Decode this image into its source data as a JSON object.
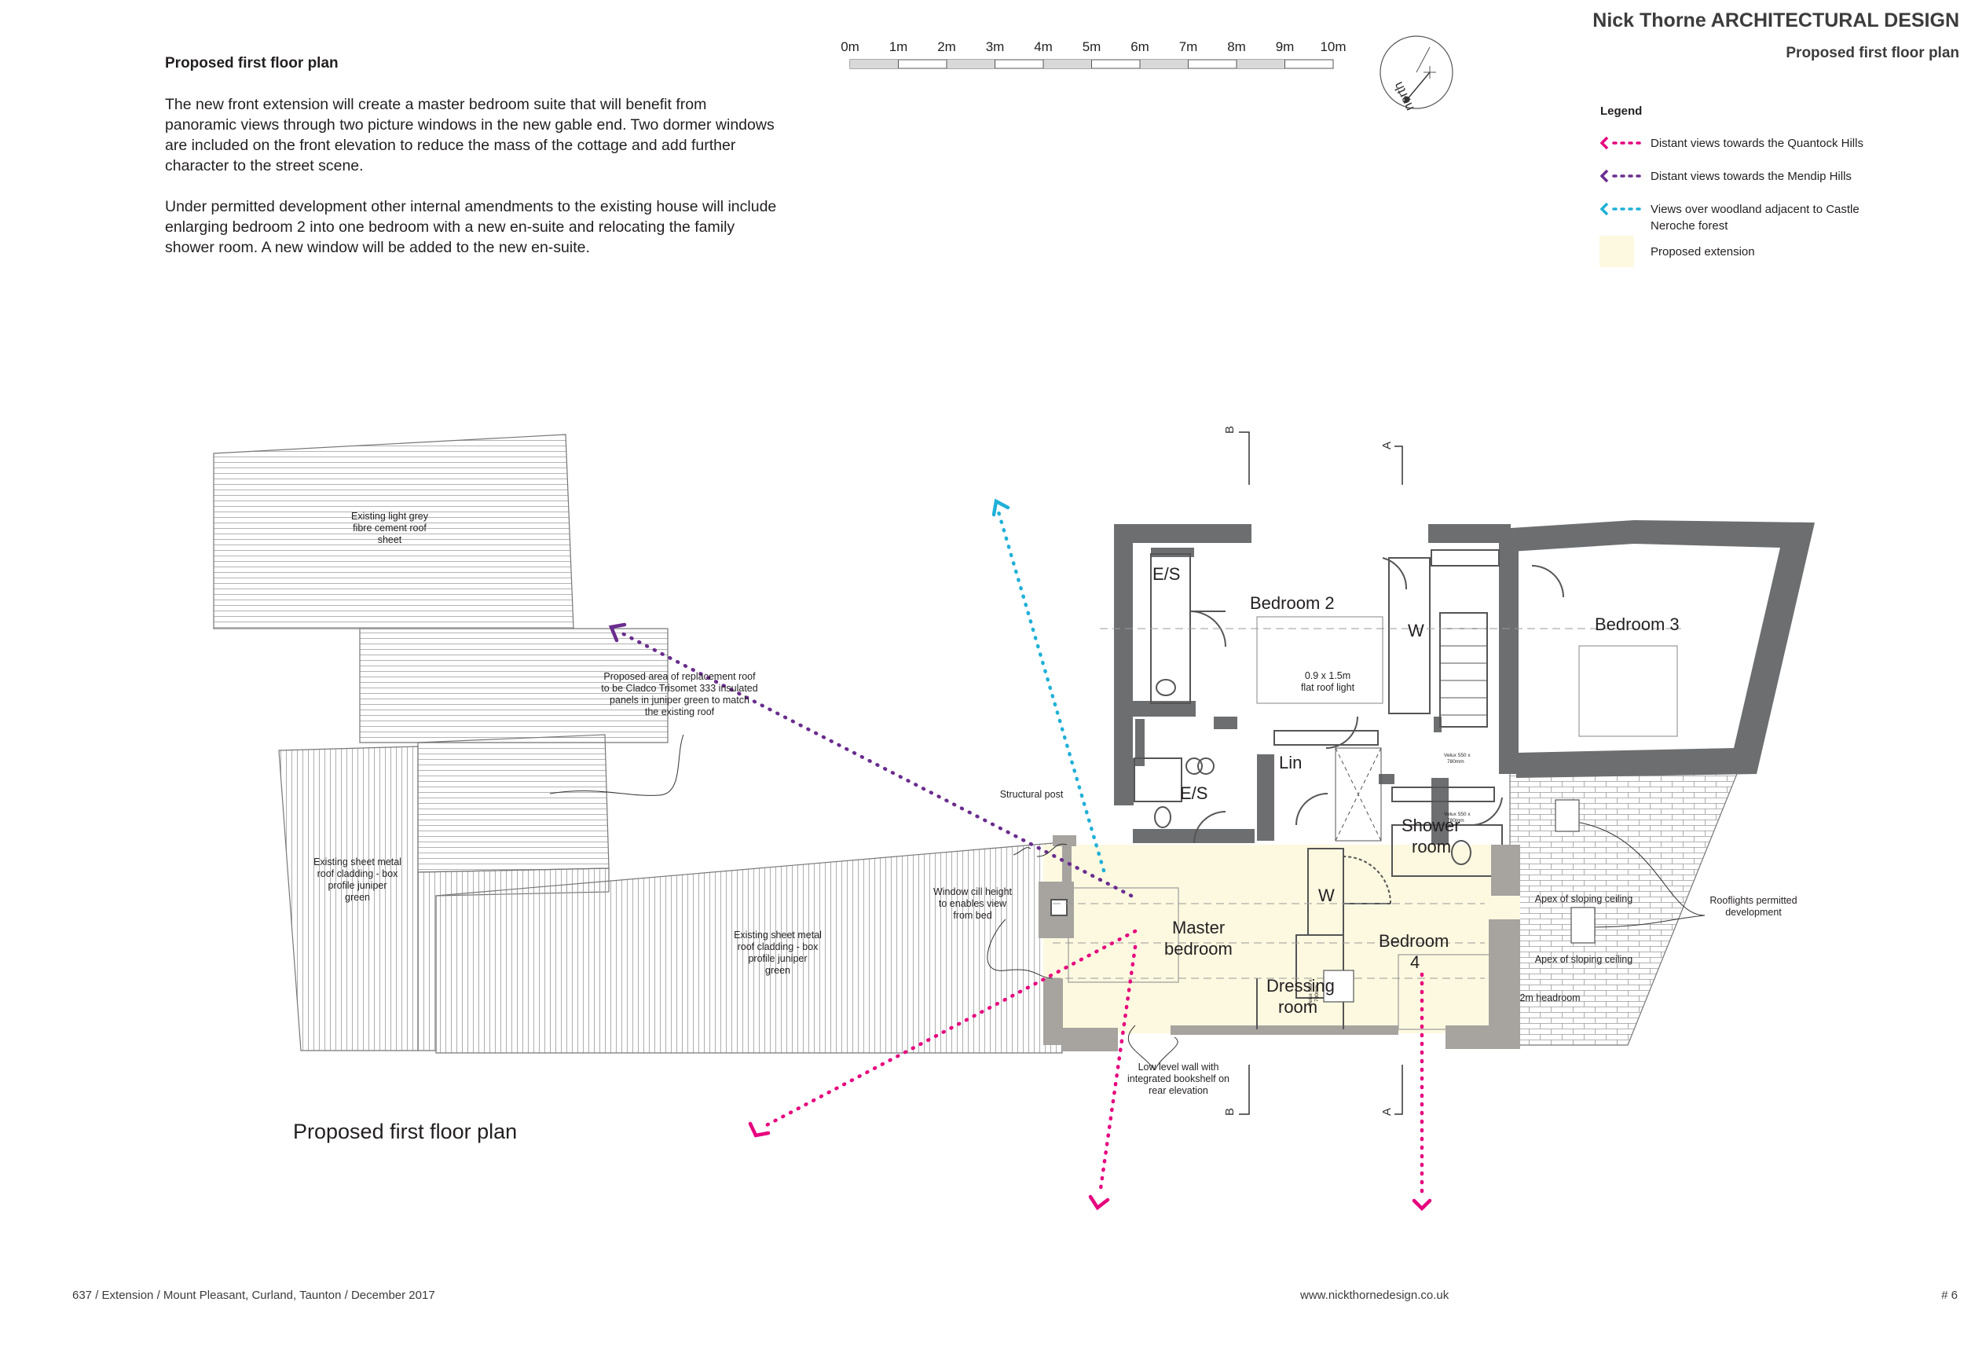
{
  "intro": {
    "title": "Proposed first floor plan",
    "paragraph1_lines": [
      "The new front extension will create a master bedroom suite that will benefit from",
      "panoramic views through two picture windows in the new gable end. Two dormer windows",
      "are included on the front elevation to reduce the mass of the cottage and add further",
      "character to the street scene."
    ],
    "paragraph2_lines": [
      "Under permitted development other internal amendments to the existing house will include",
      "enlarging bedroom 2 into one bedroom with a new en-suite and relocating the family",
      "shower room. A new window will be added to the new en-suite."
    ]
  },
  "header": {
    "firm_name": "Nick Thorne",
    "firm_suffix": "ARCHITECTURAL DESIGN",
    "sheet_title": "Proposed first floor plan"
  },
  "scale_bar": {
    "labels": [
      "0m",
      "1m",
      "2m",
      "3m",
      "4m",
      "5m",
      "6m",
      "7m",
      "8m",
      "9m",
      "10m"
    ]
  },
  "north": {
    "label": "north"
  },
  "legend": {
    "title": "Legend",
    "items": [
      {
        "text": "Distant views towards the Quantock Hills",
        "color": "#e6007e",
        "kind": "arrow"
      },
      {
        "text": "Distant views towards the Mendip Hills",
        "color": "#6a2c8e",
        "kind": "arrow"
      },
      {
        "text": "Views over woodland adjacent to Castle Neroche forest",
        "color": "#1fb0d8",
        "kind": "arrow"
      },
      {
        "text": "Proposed extension",
        "color": "#fdf9e0",
        "kind": "swatch"
      }
    ]
  },
  "colors": {
    "wall": "#6d6e70",
    "new_wall": "#a7a39f",
    "extension_fill": "#fdf9e0",
    "quantock": "#e6007e",
    "mendip": "#6a2c8e",
    "woodland": "#1fb0d8"
  },
  "rooms": {
    "es_top": "E/S",
    "bedroom2": "Bedroom 2",
    "bedroom3": "Bedroom 3",
    "wardrobe_top": "W",
    "lin": "Lin",
    "es_mid": "E/S",
    "shower_1": "Shower",
    "shower_2": "room",
    "master_1": "Master",
    "master_2": "bedroom",
    "wardrobe_mid": "W",
    "dressing_1": "Dressing",
    "dressing_2": "room",
    "bedroom4_1": "Bedroom",
    "bedroom4_2": "4",
    "velux1_a": "Velux 550 x",
    "velux1_b": "780mm",
    "velux2_a": "Velux 550 x",
    "velux2_b": "780mm",
    "velux3_a": "Velux 550 x",
    "velux3_b": "780mm"
  },
  "annotations": {
    "roof_grey": [
      "Existing light grey",
      "fibre cement roof",
      "sheet"
    ],
    "replacement_roof": [
      "Proposed area of replacement roof",
      "to be Cladco Trisomet 333 insulated",
      "panels in juniper green to match",
      "the existing roof"
    ],
    "metal_left": [
      "Existing sheet metal",
      "roof cladding - box",
      "profile juniper",
      "green"
    ],
    "metal_mid": [
      "Existing sheet metal",
      "roof cladding - box",
      "profile juniper",
      "green"
    ],
    "structural_post": "Structural post",
    "window_cill": [
      "Window cill height",
      "to enables view",
      "from bed"
    ],
    "flat_roof_light": [
      "0.9 x 1.5m",
      "flat roof light"
    ],
    "apex1": "Apex of sloping ceiling",
    "apex2": "Apex of sloping ceiling",
    "headroom": "2m headroom",
    "rooflights": [
      "Rooflights permitted",
      "development"
    ],
    "low_wall": [
      "Low level wall with",
      "integrated bookshelf on",
      "rear elevation"
    ],
    "section_b_top": "B",
    "section_a_top": "A",
    "section_b_bottom": "B",
    "section_a_bottom": "A"
  },
  "plan_label": "Proposed first floor plan",
  "footer": {
    "project": "637 / Extension / Mount Pleasant, Curland, Taunton / December 2017",
    "website": "www.nickthornedesign.co.uk",
    "page": "# 6"
  }
}
